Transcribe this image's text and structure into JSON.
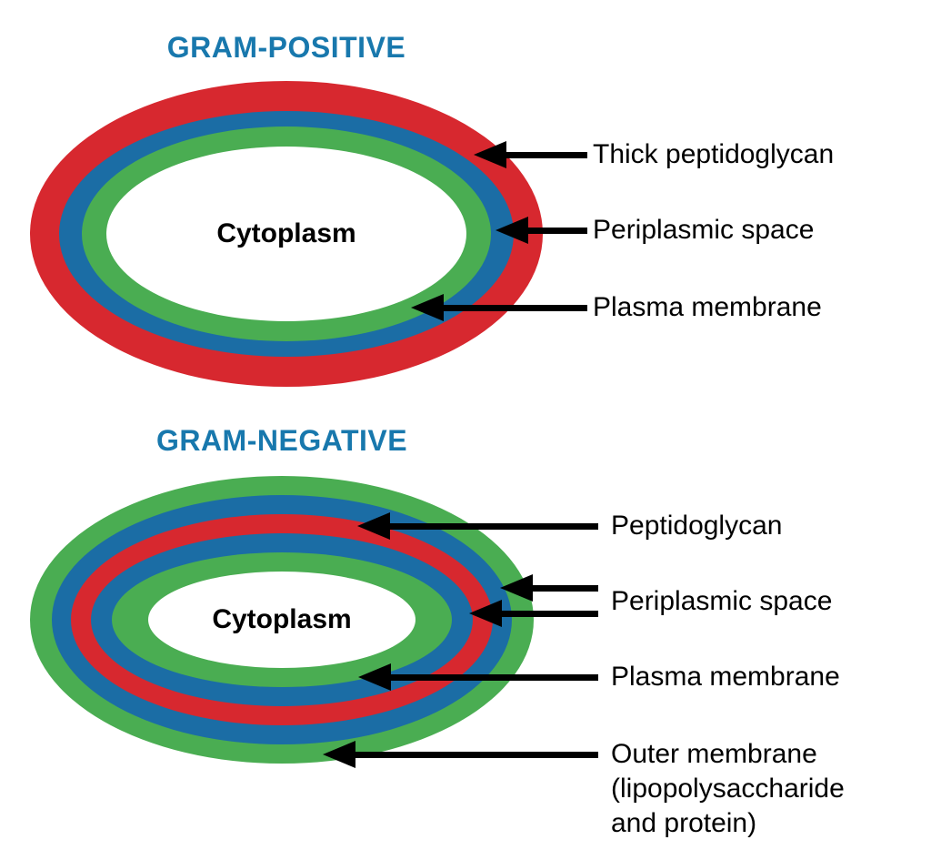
{
  "colors": {
    "title_blue": "#1878ad",
    "peptidoglycan_red": "#d7282f",
    "periplasm_blue": "#1b6da5",
    "membrane_green": "#4aad52",
    "cytoplasm_white": "#ffffff",
    "arrow_black": "#000000",
    "text_black": "#000000",
    "background": "#ffffff"
  },
  "gram_positive": {
    "title": "GRAM-POSITIVE",
    "cytoplasm_label": "Cytoplasm",
    "rings": [
      {
        "name": "Thick peptidoglycan",
        "color_key": "peptidoglycan_red"
      },
      {
        "name": "Periplasmic space",
        "color_key": "periplasm_blue"
      },
      {
        "name": "Plasma membrane",
        "color_key": "membrane_green"
      },
      {
        "name": "Cytoplasm",
        "color_key": "cytoplasm_white"
      }
    ],
    "labels": [
      {
        "text": "Thick peptidoglycan"
      },
      {
        "text": "Periplasmic space"
      },
      {
        "text": "Plasma membrane"
      }
    ]
  },
  "gram_negative": {
    "title": "GRAM-NEGATIVE",
    "cytoplasm_label": "Cytoplasm",
    "rings": [
      {
        "name": "Outer membrane",
        "color_key": "membrane_green"
      },
      {
        "name": "Periplasmic space (outer)",
        "color_key": "periplasm_blue"
      },
      {
        "name": "Peptidoglycan",
        "color_key": "peptidoglycan_red"
      },
      {
        "name": "Periplasmic space (inner)",
        "color_key": "periplasm_blue"
      },
      {
        "name": "Plasma membrane",
        "color_key": "membrane_green"
      },
      {
        "name": "Cytoplasm",
        "color_key": "cytoplasm_white"
      }
    ],
    "labels": [
      {
        "text": "Peptidoglycan"
      },
      {
        "text": "Periplasmic space"
      },
      {
        "text": "Plasma membrane"
      },
      {
        "lines": [
          "Outer membrane",
          "(lipopolysaccharide",
          "and protein)"
        ]
      }
    ]
  }
}
